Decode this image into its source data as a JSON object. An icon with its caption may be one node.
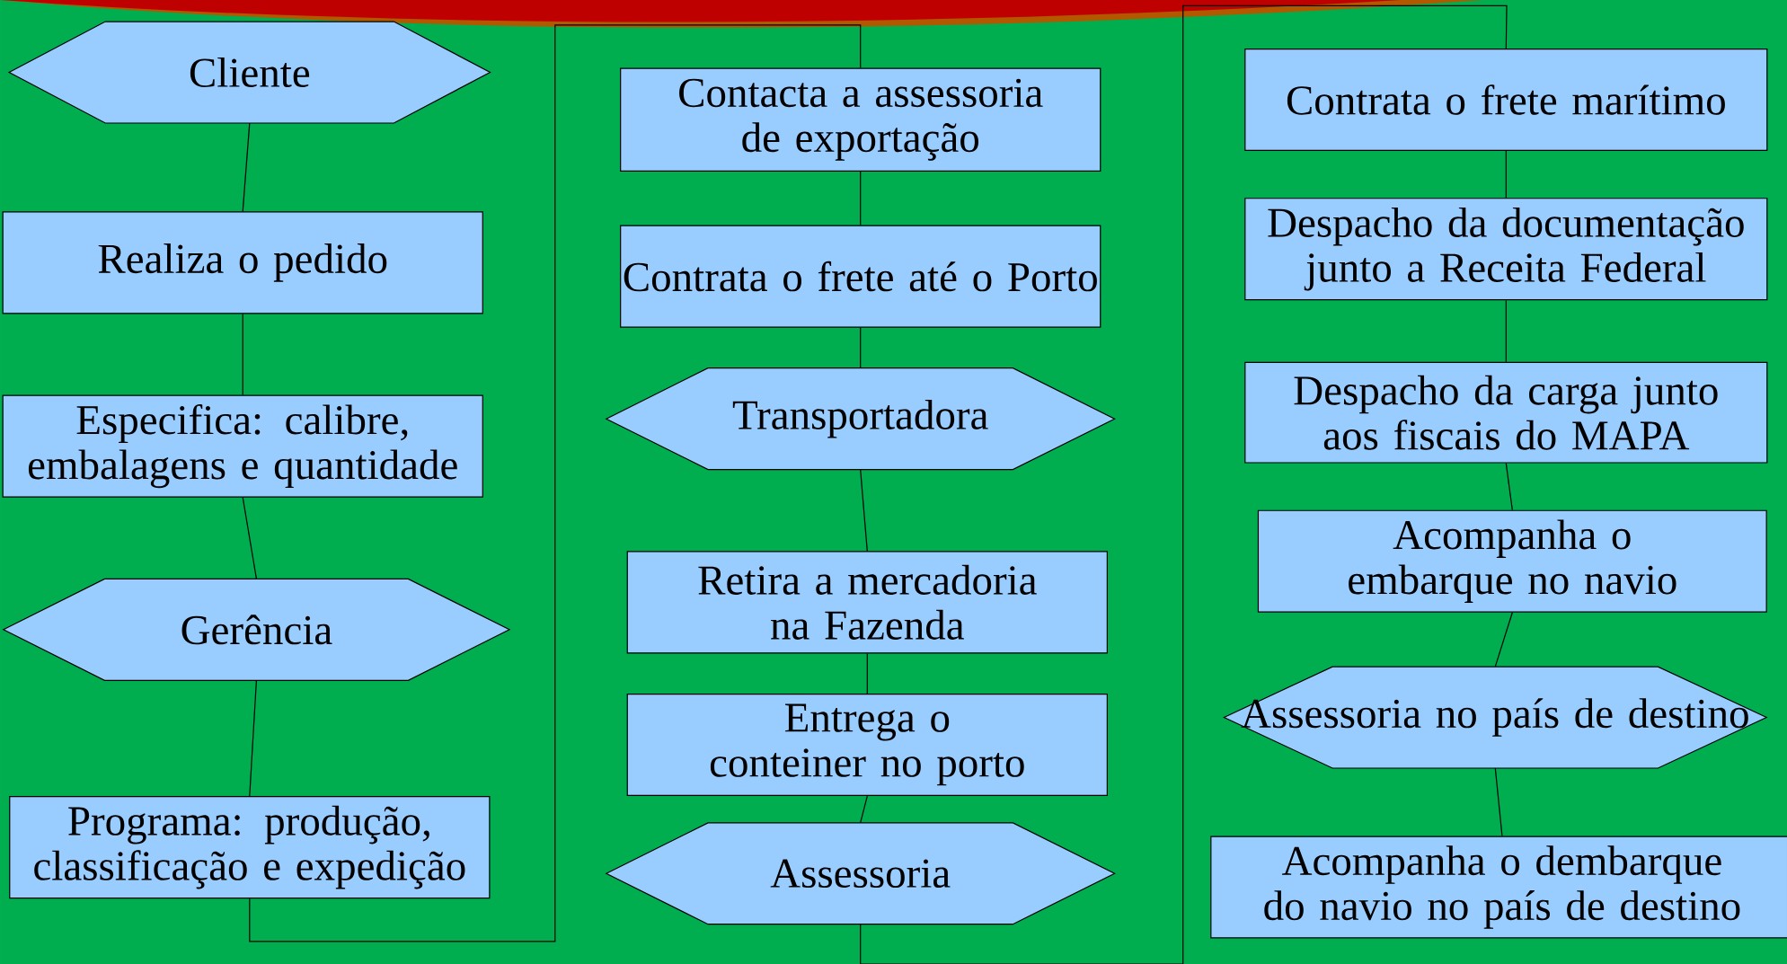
{
  "diagram": {
    "nodes": [
      {
        "text": [
          "Cliente"
        ]
      },
      {
        "text": [
          "Realiza o pedido"
        ]
      },
      {
        "text": [
          "Especifica: calibre, embalagens e quantidade"
        ]
      },
      {
        "text": [
          "Gerência"
        ]
      },
      {
        "text": [
          "Programa: produção, classificação e expedição"
        ]
      },
      {
        "text": [
          "Contacta a assessoria de exportação"
        ]
      },
      {
        "text": [
          "Contrata o frete até o Porto"
        ]
      },
      {
        "text": [
          "Transportadora"
        ]
      },
      {
        "text": [
          "Retira a mercadoria na Fazenda"
        ]
      },
      {
        "text": [
          "Entrega o conteiner no porto"
        ]
      },
      {
        "text": [
          "Assessoria"
        ]
      },
      {
        "text": [
          "Contrata o frete marítimo"
        ]
      },
      {
        "text": [
          "Despacho da documentação junto a Receita Federal"
        ]
      },
      {
        "text": [
          "Despacho da carga junto aos fiscais do MAPA"
        ]
      },
      {
        "text": [
          "Acompanha o embarque no navio"
        ]
      },
      {
        "text": [
          "Assessoria no país de destino"
        ]
      },
      {
        "text": [
          "Acompanha o dembarque do navio no país de destino"
        ]
      }
    ],
    "edges": [
      {
        "from": 0,
        "to": 1,
        "arrow": "none"
      },
      {
        "from": 1,
        "to": 2,
        "arrow": "none"
      },
      {
        "from": 2,
        "to": 3,
        "arrow": "none"
      },
      {
        "from": 3,
        "to": 4,
        "arrow": "none"
      },
      {
        "from": 4,
        "to": 5,
        "arrow": "none"
      },
      {
        "from": 5,
        "to": 6,
        "arrow": "none"
      },
      {
        "from": 6,
        "to": 7,
        "arrow": "none"
      },
      {
        "from": 7,
        "to": 8,
        "arrow": "none"
      },
      {
        "from": 8,
        "to": 9,
        "arrow": "none"
      },
      {
        "from": 9,
        "to": 10,
        "arrow": "none"
      },
      {
        "from": 10,
        "to": 11,
        "arrow": "none"
      },
      {
        "from": 11,
        "to": 12,
        "arrow": "none"
      },
      {
        "from": 12,
        "to": 13,
        "arrow": "none"
      },
      {
        "from": 13,
        "to": 14,
        "arrow": "none"
      },
      {
        "from": 14,
        "to": 15,
        "arrow": "none"
      },
      {
        "from": 15,
        "to": 16,
        "arrow": "none"
      }
    ]
  }
}
